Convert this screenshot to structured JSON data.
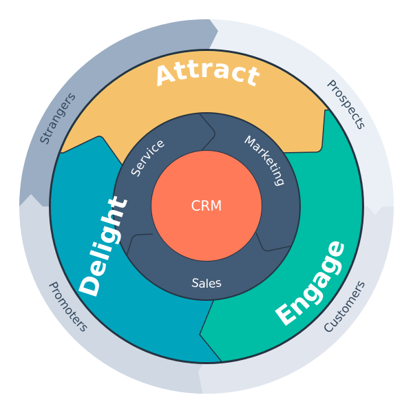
{
  "diagram": {
    "type": "flywheel",
    "center": {
      "label": "CRM",
      "color": "#ff7a59"
    },
    "inner_ring": {
      "color": "#425b76",
      "segments": [
        {
          "id": "marketing",
          "label": "Marketing"
        },
        {
          "id": "sales",
          "label": "Sales"
        },
        {
          "id": "service",
          "label": "Service"
        }
      ]
    },
    "middle_ring": {
      "segments": [
        {
          "id": "attract",
          "label": "Attract",
          "color": "#f5c26b"
        },
        {
          "id": "engage",
          "label": "Engage",
          "color": "#00bda5"
        },
        {
          "id": "delight",
          "label": "Delight",
          "color": "#00a4bd"
        }
      ]
    },
    "outer_ring": {
      "text_color": "#33475b",
      "segments": [
        {
          "id": "strangers",
          "label": "Strangers",
          "color": "#9badc2"
        },
        {
          "id": "prospects",
          "label": "Prospects",
          "color": "#eaf0f6"
        },
        {
          "id": "customers",
          "label": "Customers",
          "color": "#e1e5ee"
        },
        {
          "id": "promoters",
          "label": "Promoters",
          "color": "#cfd8e3"
        }
      ]
    },
    "outline_color": "#253342"
  }
}
